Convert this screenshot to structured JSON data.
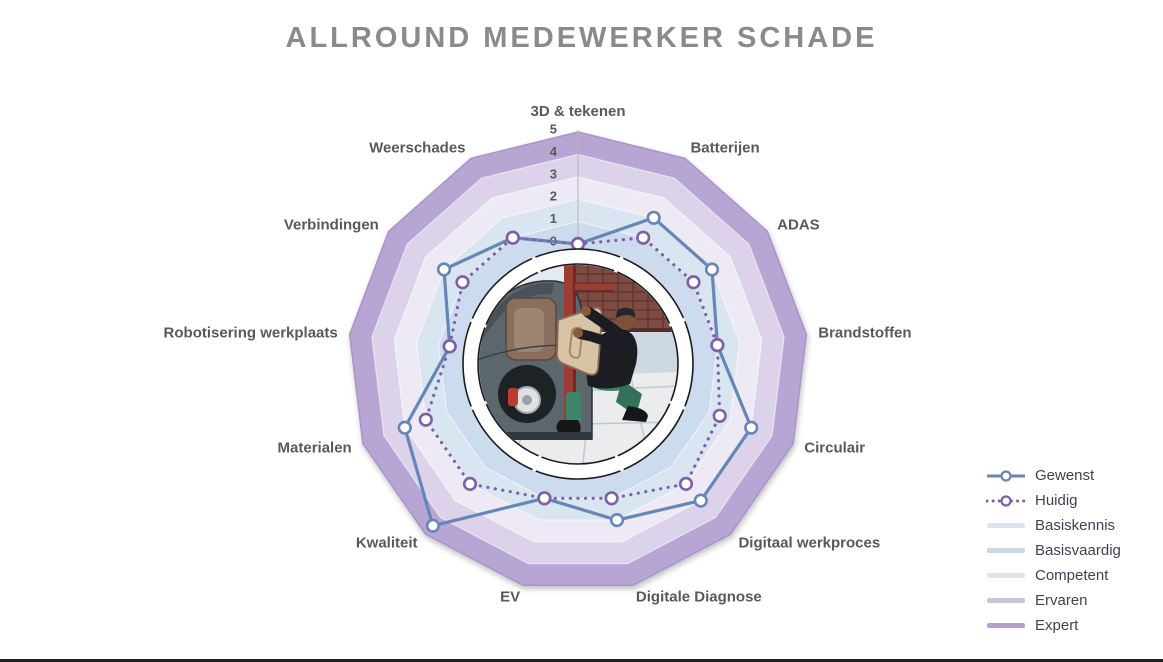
{
  "title": "ALLROUND MEDEWERKER SCHADE",
  "chart_data": {
    "type": "radar",
    "title": "ALLROUND MEDEWERKER SCHADE",
    "categories": [
      "3D & tekenen",
      "Batterijen",
      "ADAS",
      "Brandstoffen",
      "Circulair",
      "Digitaal werkproces",
      "Digitale Diagnose",
      "EV",
      "Kwaliteit",
      "Materialen",
      "Robotisering werkplaats",
      "Verbindingen",
      "Weerschades"
    ],
    "axis": {
      "min": 0,
      "max": 5,
      "ticks": [
        0,
        1,
        2,
        3,
        4,
        5
      ],
      "grid": "polygon",
      "start": "top",
      "direction": "clockwise"
    },
    "series": [
      {
        "name": "Gewenst",
        "style": "solid-line-circle-marker",
        "color": "#6586b6",
        "values": [
          0,
          2,
          2,
          1,
          3,
          3,
          2,
          1,
          4.5,
          3,
          0.5,
          2,
          1
        ]
      },
      {
        "name": "Huidig",
        "style": "dotted-line-circle-marker",
        "color": "#7d60a5",
        "values": [
          0,
          1,
          1,
          1,
          1.5,
          2,
          1,
          1,
          2,
          2,
          0.5,
          1,
          1
        ]
      }
    ],
    "levels": [
      {
        "name": "Basiskennis",
        "band": [
          0,
          1
        ],
        "fill": "#cddbee",
        "legend_color": "#dce4ed"
      },
      {
        "name": "Basisvaardig",
        "band": [
          1,
          2
        ],
        "fill": "#dae5f2",
        "legend_color": "#c9d7e6"
      },
      {
        "name": "Competent",
        "band": [
          2,
          3
        ],
        "fill": "#eeeaf5",
        "legend_color": "#e6e0ee"
      },
      {
        "name": "Ervaren",
        "band": [
          3,
          4
        ],
        "fill": "#dcd2e9",
        "legend_color": "#cfc2de"
      },
      {
        "name": "Expert",
        "band": [
          4,
          5
        ],
        "fill": "#b7a5d4",
        "legend_color": "#b3a0cf"
      }
    ],
    "legend_position": "right",
    "center_image": "car-damage-repair-illustration"
  },
  "colors": {
    "title": "#8a8a8a",
    "category_label": "#595959",
    "tick_label": "#595959",
    "legend_text": "#3f4254",
    "background": "#ffffff",
    "bottom_edge": "#202020"
  }
}
